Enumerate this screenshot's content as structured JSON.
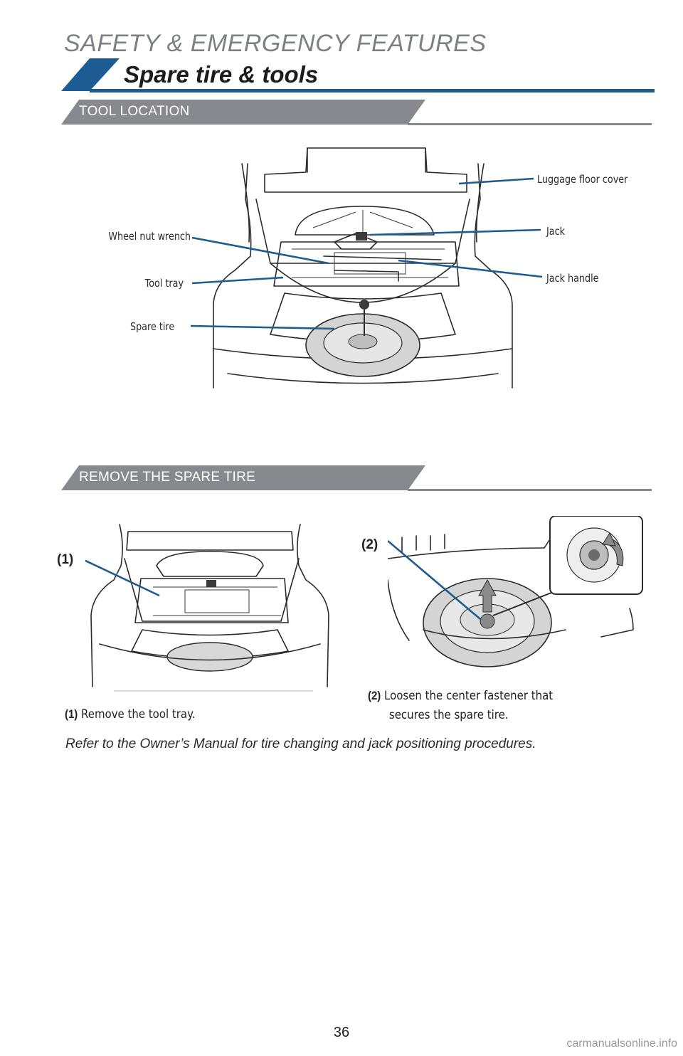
{
  "header": {
    "section": "SAFETY & EMERGENCY FEATURES",
    "title": "Spare tire & tools"
  },
  "colors": {
    "brand_blue": "#1d5b93",
    "banner_gray": "#86898e",
    "text_gray": "#7c7f84"
  },
  "tool_location": {
    "banner": "TOOL LOCATION",
    "labels": {
      "luggage_floor_cover": "Luggage floor cover",
      "jack": "Jack",
      "jack_handle": "Jack handle",
      "wheel_nut_wrench": "Wheel nut wrench",
      "tool_tray": "Tool tray",
      "spare_tire": "Spare tire"
    }
  },
  "remove_spare": {
    "banner": "REMOVE THE SPARE TIRE",
    "step1": {
      "num": "(1)",
      "text": "Remove the tool tray."
    },
    "step2": {
      "num": "(2)",
      "text_line1": "Loosen the center fastener that",
      "text_line2": "secures the spare tire."
    }
  },
  "note": "Refer to the Owner’s Manual for tire changing and jack positioning procedures.",
  "page_number": "36",
  "watermark": "carmanualsonline.info"
}
